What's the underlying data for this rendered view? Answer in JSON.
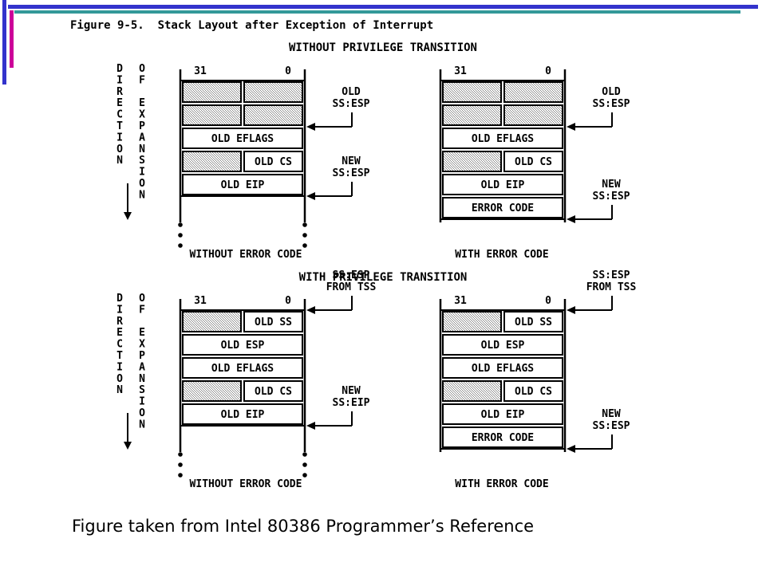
{
  "colors": {
    "frame_blue": "#3333cc",
    "frame_teal": "#339999",
    "frame_magenta": "#cc0099",
    "hatch": "#8a8a8a",
    "ink": "#000000"
  },
  "figure": {
    "title": "Figure 9-5.  Stack Layout after Exception of Interrupt",
    "caption": "Figure taken from Intel 80386 Programmer’s Reference"
  },
  "direction": {
    "col1": "DIRECTION",
    "col2": "OF EXPANSION"
  },
  "bit_labels": {
    "high": "31",
    "low": "0"
  },
  "sections": [
    {
      "heading": "WITHOUT PRIVILEGE TRANSITION",
      "stacks": [
        {
          "label": "WITHOUT ERROR CODE",
          "rows": [
            {
              "type": "hatch2"
            },
            {
              "type": "hatch2"
            },
            {
              "type": "full",
              "text": "OLD EFLAGS"
            },
            {
              "type": "hatch1",
              "text": "OLD CS"
            },
            {
              "type": "full",
              "text": "OLD EIP"
            }
          ],
          "pointers": [
            {
              "lines": [
                "OLD",
                "SS:ESP"
              ],
              "target_row": 2
            },
            {
              "lines": [
                "NEW",
                "SS:ESP"
              ],
              "target_row": 5
            }
          ]
        },
        {
          "label": "WITH ERROR CODE",
          "rows": [
            {
              "type": "hatch2"
            },
            {
              "type": "hatch2"
            },
            {
              "type": "full",
              "text": "OLD EFLAGS"
            },
            {
              "type": "hatch1",
              "text": "OLD CS"
            },
            {
              "type": "full",
              "text": "OLD EIP"
            },
            {
              "type": "full",
              "text": "ERROR CODE"
            }
          ],
          "pointers": [
            {
              "lines": [
                "OLD",
                "SS:ESP"
              ],
              "target_row": 2
            },
            {
              "lines": [
                "NEW",
                "SS:ESP"
              ],
              "target_row": 6
            }
          ]
        }
      ]
    },
    {
      "heading": "WITH PRIVILEGE TRANSITION",
      "stacks": [
        {
          "label": "WITHOUT ERROR CODE",
          "rows": [
            {
              "type": "hatch1",
              "text": "OLD SS"
            },
            {
              "type": "full",
              "text": "OLD ESP"
            },
            {
              "type": "full",
              "text": "OLD EFLAGS"
            },
            {
              "type": "hatch1",
              "text": "OLD CS"
            },
            {
              "type": "full",
              "text": "OLD EIP"
            }
          ],
          "pointers": [
            {
              "lines": [
                "SS:ESP",
                "FROM TSS"
              ],
              "target_row": 0
            },
            {
              "lines": [
                "NEW",
                "SS:EIP"
              ],
              "target_row": 5
            }
          ]
        },
        {
          "label": "WITH ERROR CODE",
          "rows": [
            {
              "type": "hatch1",
              "text": "OLD SS"
            },
            {
              "type": "full",
              "text": "OLD ESP"
            },
            {
              "type": "full",
              "text": "OLD EFLAGS"
            },
            {
              "type": "hatch1",
              "text": "OLD CS"
            },
            {
              "type": "full",
              "text": "OLD EIP"
            },
            {
              "type": "full",
              "text": "ERROR CODE"
            }
          ],
          "pointers": [
            {
              "lines": [
                "SS:ESP",
                "FROM TSS"
              ],
              "target_row": 0
            },
            {
              "lines": [
                "NEW",
                "SS:ESP"
              ],
              "target_row": 6
            }
          ]
        }
      ]
    }
  ]
}
